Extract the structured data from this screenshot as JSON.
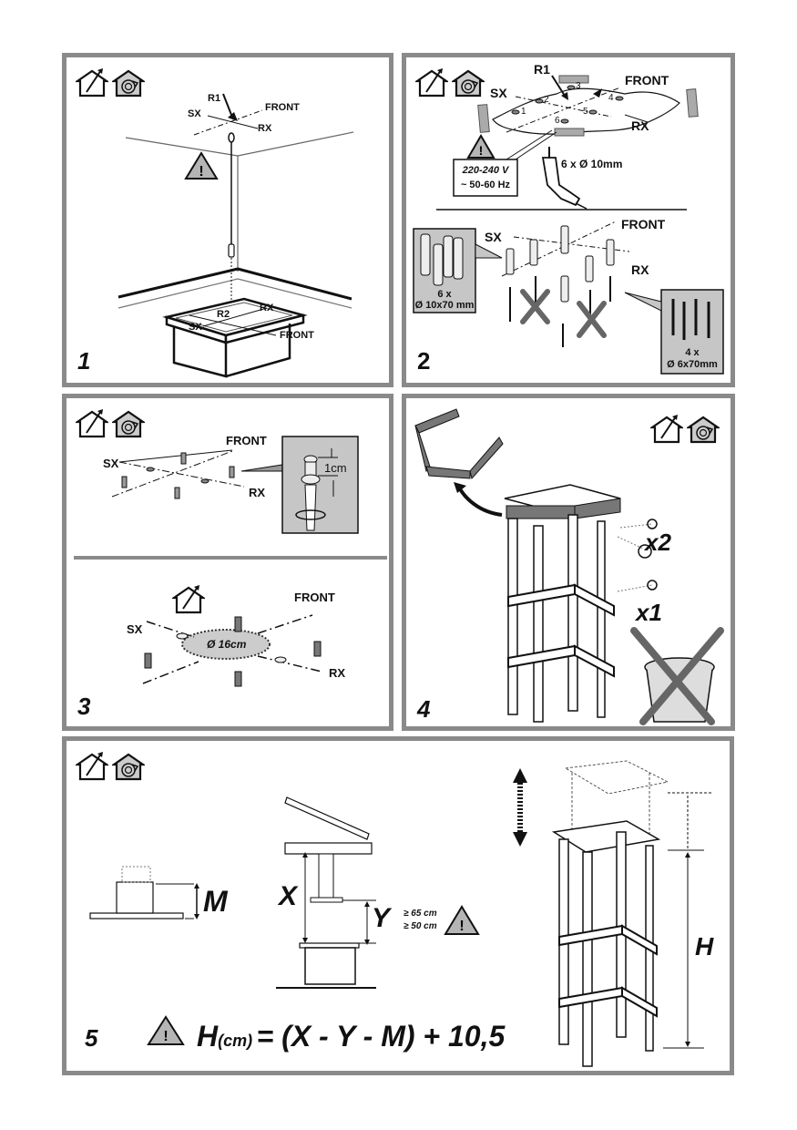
{
  "document": {
    "type": "range hood chimney installation instructions",
    "colors": {
      "border": "#8a8a8a",
      "fill_gray": "#bdbdbd",
      "ink": "#111111"
    }
  },
  "icons": {
    "ducted": "house-with-duct-arrow-icon",
    "recirculating": "house-with-recirculation-spiral-icon",
    "warning": "warning-triangle-icon",
    "drill": "drill-icon",
    "trash": "trash-can-icon"
  },
  "step1": {
    "number": "1",
    "labels": {
      "r1": "R1",
      "front": "FRONT",
      "sx": "SX",
      "rx": "RX",
      "r2": "R2",
      "sx2": "SX",
      "rx2": "RX",
      "front2": "FRONT"
    }
  },
  "step2": {
    "number": "2",
    "labels": {
      "r1": "R1",
      "front": "FRONT",
      "sx": "SX",
      "rx": "RX",
      "holes": [
        "1",
        "2",
        "3",
        "4",
        "5",
        "6"
      ]
    },
    "warning_voltage": "220-240 V",
    "warning_freq": "~ 50-60 Hz",
    "drill_spec": "6 x Ø 10mm",
    "lower_labels": {
      "sx": "SX",
      "front": "FRONT",
      "rx": "RX"
    },
    "plugs_qty": "6 x",
    "plugs_size": "Ø 10x70 mm",
    "screws_qty": "4 x",
    "screws_size": "Ø 6x70mm"
  },
  "step3": {
    "number": "3",
    "top_labels": {
      "sx": "SX",
      "front": "FRONT",
      "rx": "RX"
    },
    "screw_gap": "1cm",
    "bottom_labels": {
      "sx": "SX",
      "front": "FRONT",
      "rx": "RX"
    },
    "hole_diameter": "Ø 16cm"
  },
  "step4": {
    "number": "4",
    "qty_a": "x2",
    "qty_b": "x1"
  },
  "step5": {
    "number": "5",
    "m_label": "M",
    "x_label": "X",
    "y_label": "Y",
    "gas_min": "≥ 65 cm",
    "electric_min": "≥ 50 cm",
    "h_label": "H",
    "formula_h": "H",
    "formula_unit": "(cm)",
    "formula_rest": "= (X - Y - M) + 10,5"
  }
}
